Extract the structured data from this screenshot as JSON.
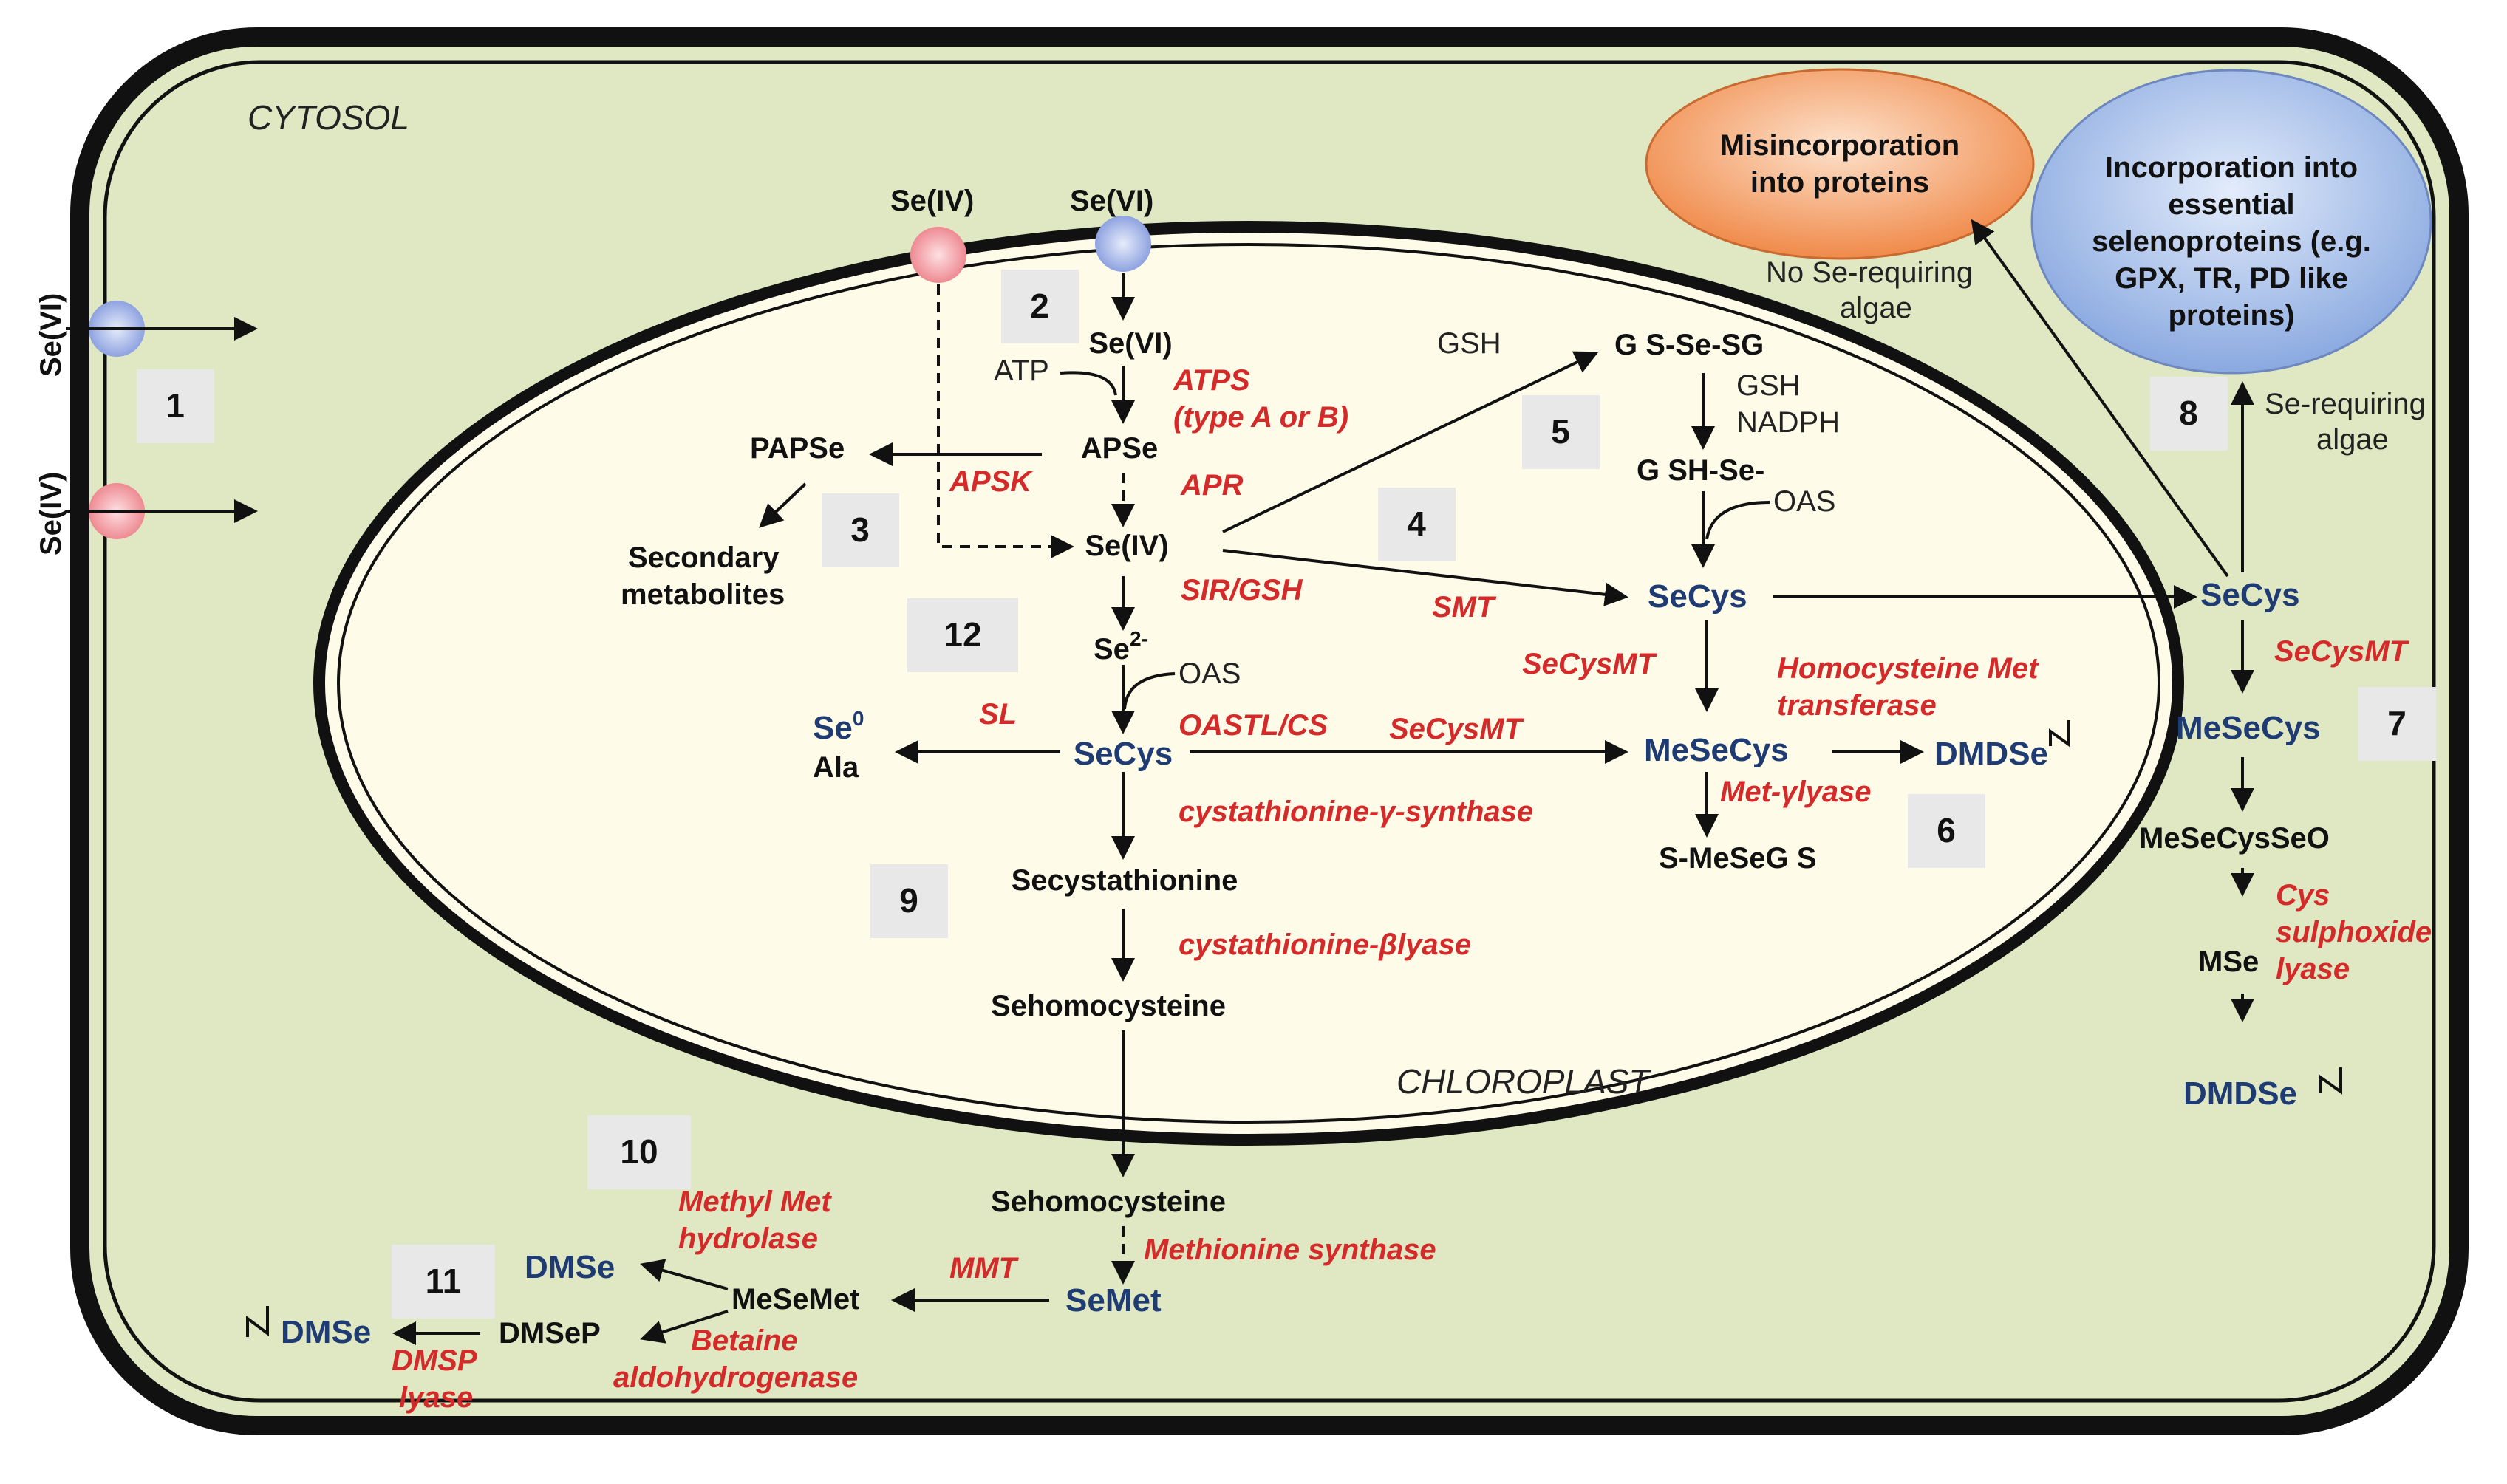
{
  "regions": {
    "cytosol": "CYTOSOL",
    "chloroplast": "CHLOROPLAST"
  },
  "outer_inputs": {
    "se_vi": "Se(VI)",
    "se_iv": "Se(IV)"
  },
  "chloroplast_inputs": {
    "se_iv": "Se(IV)",
    "se_vi": "Se(VI)"
  },
  "step_numbers": [
    "1",
    "2",
    "3",
    "4",
    "5",
    "6",
    "7",
    "8",
    "9",
    "10",
    "11",
    "12"
  ],
  "molecules": {
    "se_vi_inner": "Se(VI)",
    "atp": "ATP",
    "apse": "APSe",
    "papse": "PAPSe",
    "secondary_1": "Secondary",
    "secondary_2": "metabolites",
    "se_iv_inner": "Se(IV)",
    "se2_base": "Se",
    "se2_sup": "2-",
    "oas_1": "OAS",
    "se0_base": "Se",
    "se0_sup": "0",
    "ala": "Ala",
    "secys_inner": "SeCys",
    "secystathionine": "Secystathionine",
    "sehomocysteine_inner": "Sehomocysteine",
    "gsh_1": "GSH",
    "gs_se_sg": "G S-Se-SG",
    "gsh_2": "GSH",
    "nadph": "NADPH",
    "gsh_se": "G SH-Se-",
    "oas_2": "OAS",
    "secys_mid": "SeCys",
    "mesecys_inner": "MeSeCys",
    "dmdse_inner": "DMDSe",
    "s_mesegs": "S-MeSeG S",
    "secys_outer": "SeCys",
    "mesecys_outer": "MeSeCys",
    "mesecysseo": "MeSeCysSeO",
    "mse": "MSe",
    "dmdse_outer": "DMDSe",
    "sehomocysteine_outer": "Sehomocysteine",
    "semet": "SeMet",
    "mesemet": "MeSeMet",
    "dmse_upper": "DMSe",
    "dmsep": "DMSeP",
    "dmse_lower": "DMSe"
  },
  "enzymes": {
    "atps_1": "ATPS",
    "atps_2": "(type A or B)",
    "apr": "APR",
    "apsk": "APSK",
    "sir_gsh": "SIR/GSH",
    "smt": "SMT",
    "sl": "SL",
    "oastl_cs": "OASTL/CS",
    "secysmt_left": "SeCysMT",
    "secysmt_upper": "SeCysMT",
    "hmt_1": "Homocysteine Met",
    "hmt_2": "transferase",
    "met_lyase": "Met-γlyase",
    "cgs": "cystathionine-γ-synthase",
    "cbl": "cystathionine-βlyase",
    "secysmt_outer": "SeCysMT",
    "csl_1": "Cys",
    "csl_2": "sulphoxide",
    "csl_3": "lyase",
    "methionine_synthase": "Methionine synthase",
    "mmt": "MMT",
    "mmh_1": "Methyl Met",
    "mmh_2": "hydrolase",
    "bad_1": "Betaine",
    "bad_2": "aldohydrogenase",
    "dmsp_lyase_1": "DMSP",
    "dmsp_lyase_2": "lyase"
  },
  "notes": {
    "no_se_1": "No Se-requiring",
    "no_se_2": "algae",
    "se_req_1": "Se-requiring",
    "se_req_2": "algae"
  },
  "fates": {
    "misincorporation_1": "Misincorporation",
    "misincorporation_2": "into proteins",
    "incorporation_1": "Incorporation into",
    "incorporation_2": "essential",
    "incorporation_3": "selenoproteins (e.g.",
    "incorporation_4": "GPX, TR, PD like",
    "incorporation_5": "proteins)"
  },
  "colors": {
    "cytosol_fill": "#dfe8c2",
    "chloroplast_fill": "#fefbe8",
    "border": "#111111",
    "enzyme_red": "#d42a2a",
    "metabolite_blue": "#1f3b73",
    "se_iv_transporter": "#f2a0a6",
    "se_vi_transporter": "#a9b8e8",
    "misincorporation_fill": "#f4a470",
    "incorporation_fill": "#a5bfe8"
  }
}
